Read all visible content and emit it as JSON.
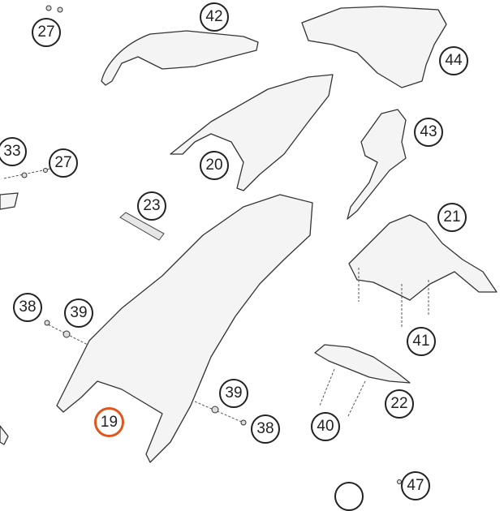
{
  "callouts": {
    "c27a": "27",
    "c42": "42",
    "c44": "44",
    "c33": "33",
    "c27b": "27",
    "c20": "20",
    "c43": "43",
    "c23": "23",
    "c21": "21",
    "c38a": "38",
    "c39a": "39",
    "c41": "41",
    "c22": "22",
    "c39b": "39",
    "c38b": "38",
    "c40": "40",
    "c19": "19",
    "c47": "47",
    "c_partial": ""
  },
  "selected_part": "19",
  "colors": {
    "selected": "#e0561c",
    "outline": "#222222"
  }
}
